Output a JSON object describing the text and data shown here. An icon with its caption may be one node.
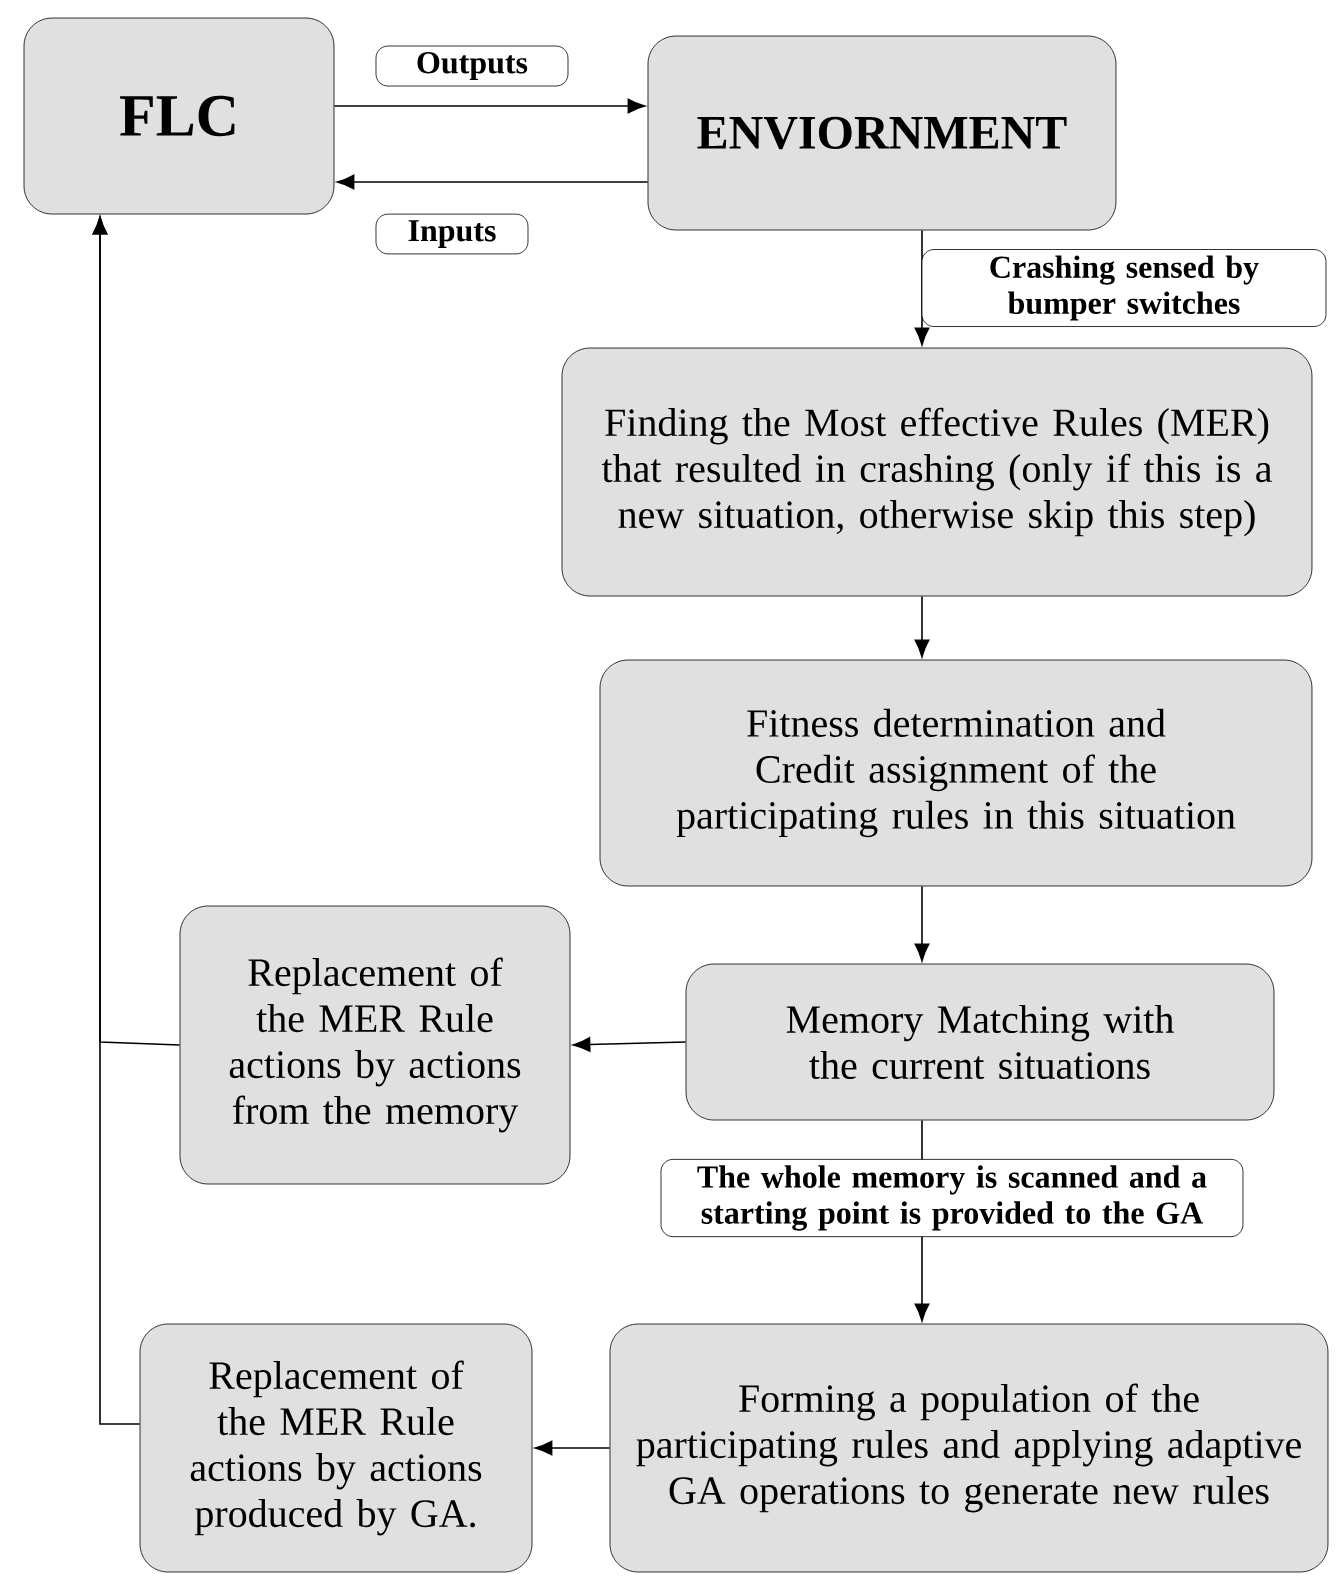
{
  "diagram": {
    "nodes": [
      {
        "text": [
          "FLC"
        ]
      },
      {
        "text": [
          "ENVIORNMENT"
        ]
      },
      {
        "text": [
          "Finding the Most effective Rules (MER) that resulted in crashing (only if this is a new situation, otherwise skip this step)"
        ]
      },
      {
        "text": [
          "Fitness determination and Credit assignment of the participating rules in this situation"
        ]
      },
      {
        "text": [
          "Replacement of the MER Rule actions by actions from the memory"
        ]
      },
      {
        "text": [
          "Memory Matching with the current situations"
        ]
      },
      {
        "text": [
          "Replacement of the MER Rule actions by actions produced by GA."
        ]
      },
      {
        "text": [
          "Forming a population of the participating rules and applying adaptive GA operations to generate new rules"
        ]
      }
    ],
    "edges": [
      {
        "from": 0,
        "to": 1,
        "arrow": "to",
        "label": "Outputs"
      },
      {
        "from": 1,
        "to": 0,
        "arrow": "to",
        "label": "Inputs"
      },
      {
        "from": 1,
        "to": 2,
        "arrow": "to",
        "label": "Crashing sensed by bumper switches"
      },
      {
        "from": 2,
        "to": 3,
        "arrow": "to"
      },
      {
        "from": 3,
        "to": 5,
        "arrow": "to"
      },
      {
        "from": 5,
        "to": 4,
        "arrow": "to"
      },
      {
        "from": 5,
        "to": 7,
        "arrow": "to",
        "label": "The whole memory is scanned and a starting point is provided to the GA"
      },
      {
        "from": 7,
        "to": 6,
        "arrow": "to"
      },
      {
        "from": 4,
        "to": 0,
        "arrow": "to"
      },
      {
        "from": 6,
        "to": 0,
        "arrow": "to"
      }
    ]
  }
}
